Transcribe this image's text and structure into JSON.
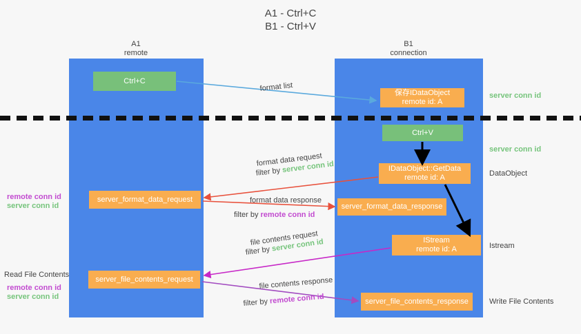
{
  "title": {
    "line1": "A1 - Ctrl+C",
    "line2": "B1 - Ctrl+V"
  },
  "lanes": [
    {
      "id": "a1",
      "name": "A1",
      "role": "remote"
    },
    {
      "id": "b1",
      "name": "B1",
      "role": "connection"
    }
  ],
  "boxes": {
    "ctrl_c": {
      "line1": "Ctrl+C",
      "line2": "",
      "color": "#78c07a"
    },
    "ole_set_clipboard": {
      "line1": "保存IDataObject",
      "line2": "remote id: A",
      "color": "#f9ad4f"
    },
    "ctrl_v": {
      "line1": "Ctrl+V",
      "line2": "",
      "color": "#78c07a"
    },
    "get_data": {
      "line1": "IDataObject::GetData",
      "line2": "remote id: A",
      "color": "#f9ad4f"
    },
    "istream": {
      "line1": "IStream",
      "line2": "remote id: A",
      "color": "#f9ad4f"
    },
    "server_format_data_request": {
      "line1": "server_format_data_request",
      "line2": "",
      "color": "#f9ad4f"
    },
    "server_format_data_response": {
      "line1": "server_format_data_response",
      "line2": "",
      "color": "#f9ad4f"
    },
    "server_file_contents_request": {
      "line1": "server_file_contents_request",
      "line2": "",
      "color": "#f9ad4f"
    },
    "server_file_contents_response": {
      "line1": "server_file_contents_response",
      "line2": "",
      "color": "#f9ad4f"
    }
  },
  "flow_labels": {
    "format_list": "format list",
    "format_data_request": "format data request",
    "format_data_request_filter_prefix": "filter by ",
    "format_data_request_filter_key": "server conn id",
    "format_data_response": "format data response",
    "format_data_response_filter_prefix": "filter by ",
    "format_data_response_filter_key": "remote conn id",
    "file_contents_request": "file contents request",
    "file_contents_request_filter_prefix": "filter by ",
    "file_contents_request_filter_key": "server conn id",
    "file_contents_response": "file contents response",
    "file_contents_response_filter_prefix": "filter by ",
    "file_contents_response_filter_key": "remote conn id"
  },
  "right_labels": {
    "server_conn_id_top": "server conn id",
    "server_conn_id_mid": "server conn id",
    "data_object": "DataObject",
    "istream": "Istream",
    "write_file_contents": "Write File Contents"
  },
  "left_labels": {
    "remote_conn_id_mid": "remote conn id",
    "server_conn_id_mid": "server conn id",
    "read_file_contents": "Read File Contents",
    "remote_conn_id_bottom": "remote conn id",
    "server_conn_id_bottom": "server conn id"
  },
  "colors": {
    "lane": "#4a86e8",
    "green_box": "#78c07a",
    "orange_box": "#f9ad4f",
    "green_text": "#76c47c",
    "purple_text": "#c24bd0",
    "arrow_blue": "#5aa9dd",
    "arrow_red": "#e8513c",
    "arrow_magenta": "#c728c7",
    "arrow_purple": "#a24bc0",
    "arrow_black": "#000000",
    "background": "#f7f7f7",
    "text": "#434343"
  }
}
